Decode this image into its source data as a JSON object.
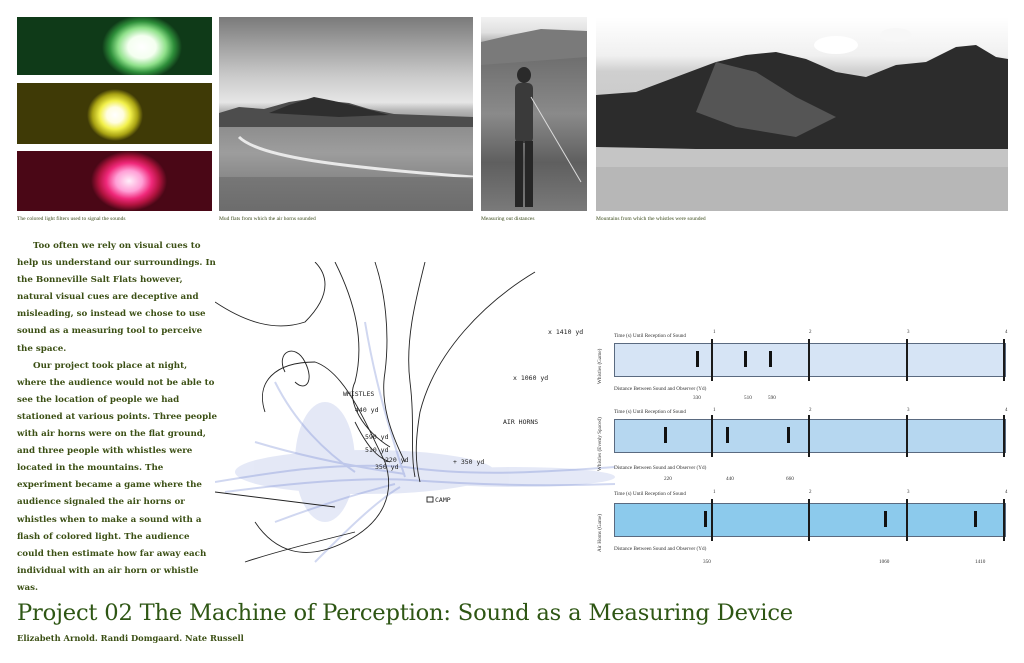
{
  "captions": {
    "filters": "The colored light filters used to signal the sounds",
    "mudflats": "Mud flats from which the air horns sounded",
    "measuring": "Measuring out distances",
    "mountains": "Mountains from which the whistles were sounded"
  },
  "body": {
    "paragraph_1": "Too often we rely on visual cues to help us understand our surroundings. In the Bonneville Salt Flats however, natural visual cues are deceptive and misleading, so instead we chose to use sound as a measuring tool to perceive the space.",
    "paragraph_2": "Our project took place at night, where the audience would not be able to see the location of people we had stationed at various points. Three people with air horns were on the flat ground, and three people with whistles were located in the mountains. The experiment became a game where the audience signaled the air horns or whistles when to make a sound with a flash of colored light. The audience could then estimate how far away each individual with an air horn or whistle was."
  },
  "sketch": {
    "labels": {
      "d1410": "x 1410 yd",
      "d1060": "x 1060 yd",
      "whistles": "WHISTLES",
      "d440": "440 yd",
      "air_horns": "AIR HORNS",
      "d590": "590 yd",
      "d510": "510 yd",
      "d220": "220 yd",
      "d350b": "350 yd",
      "d350": "+ 350 yd",
      "camp": "CAMP"
    }
  },
  "charts": [
    {
      "side_label": "Whistles (Game)",
      "time_label": "Time (s) Until Reception of Sound",
      "distance_label": "Distance Between Sound and Observer (Yd)",
      "ticks": [
        "1",
        "2",
        "3",
        "4"
      ],
      "distances": [
        "330",
        "510",
        "590"
      ],
      "times": [
        0.85,
        1.34,
        1.6
      ],
      "color": "#d6e4f5"
    },
    {
      "side_label": "Whistles (Evenly Spaced)",
      "time_label": "Time (s) Until Reception of Sound",
      "distance_label": "Distance Between Sound and Observer (Yd)",
      "ticks": [
        "1",
        "2",
        "3",
        "4"
      ],
      "distances": [
        "220",
        "440",
        "660"
      ],
      "times": [
        0.52,
        1.16,
        1.78
      ],
      "color": "#b6d7f0"
    },
    {
      "side_label": "Air Horns (Game)",
      "time_label": "Time (s) Until Reception of Sound",
      "distance_label": "Distance Between Sound and Observer (Yd)",
      "ticks": [
        "1",
        "2",
        "3",
        "4"
      ],
      "distances": [
        "350",
        "1060",
        "1410"
      ],
      "times": [
        0.93,
        2.78,
        3.7
      ],
      "color": "#8ccaec"
    }
  ],
  "title": "Project 02  The Machine of Perception: Sound as a Measuring Device",
  "authors": "Elizabeth Arnold. Randi Domgaard. Nate Russell"
}
